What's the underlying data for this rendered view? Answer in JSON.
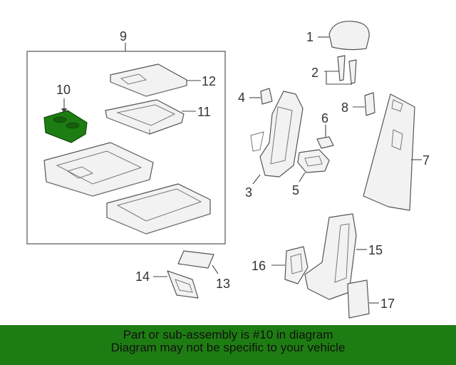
{
  "diagram": {
    "callouts": {
      "c1": "1",
      "c2": "2",
      "c3": "3",
      "c4": "4",
      "c5": "5",
      "c6": "6",
      "c7": "7",
      "c8": "8",
      "c9": "9",
      "c10": "10",
      "c11": "11",
      "c12": "12",
      "c13": "13",
      "c14": "14",
      "c15": "15",
      "c16": "16",
      "c17": "17"
    },
    "highlight_part": "10",
    "highlight_color": "#1e7d12",
    "banner_color": "#1e7d12"
  },
  "banner": {
    "line1": "Part or sub-assembly is #10 in diagram",
    "line2": "Diagram may not be specific to your vehicle"
  }
}
